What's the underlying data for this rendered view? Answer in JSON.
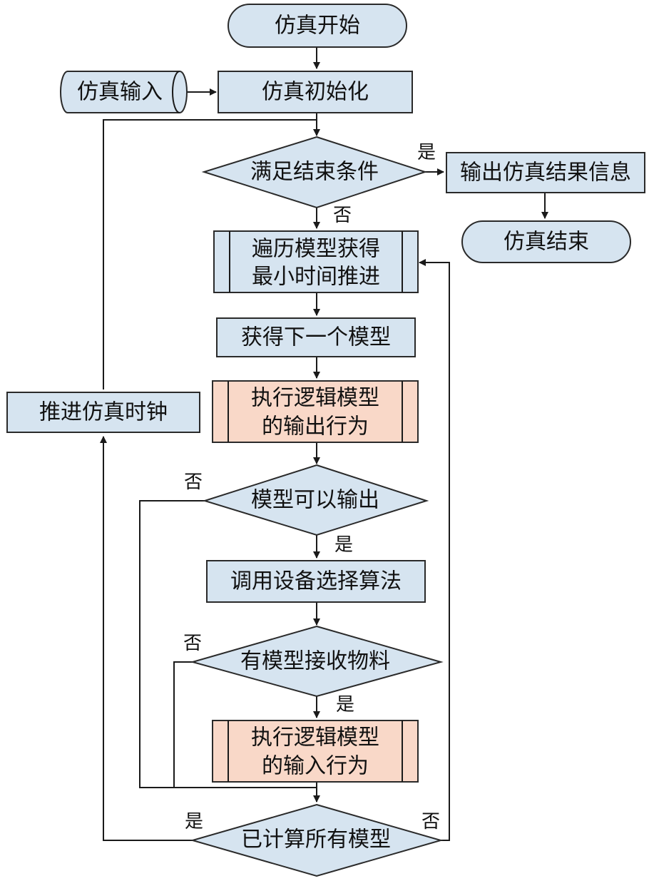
{
  "nodes": {
    "start": "仿真开始",
    "input": "仿真输入",
    "init": "仿真初始化",
    "end_check": "满足结束条件",
    "output_info": "输出仿真结果信息",
    "end": "仿真结束",
    "traverse_1": "遍历模型获得",
    "traverse_2": "最小时间推进",
    "next_model": "获得下一个模型",
    "exec_out_1": "执行逻辑模型",
    "exec_out_2": "的输出行为",
    "can_output": "模型可以输出",
    "device_select": "调用设备选择算法",
    "receive_check": "有模型接收物料",
    "exec_in_1": "执行逻辑模型",
    "exec_in_2": "的输入行为",
    "all_calc": "已计算所有模型",
    "advance_clock": "推进仿真时钟"
  },
  "edges": {
    "end_yes": "是",
    "end_no": "否",
    "output_no": "否",
    "output_yes": "是",
    "receive_no": "否",
    "receive_yes": "是",
    "all_yes": "是",
    "all_no": "否"
  }
}
